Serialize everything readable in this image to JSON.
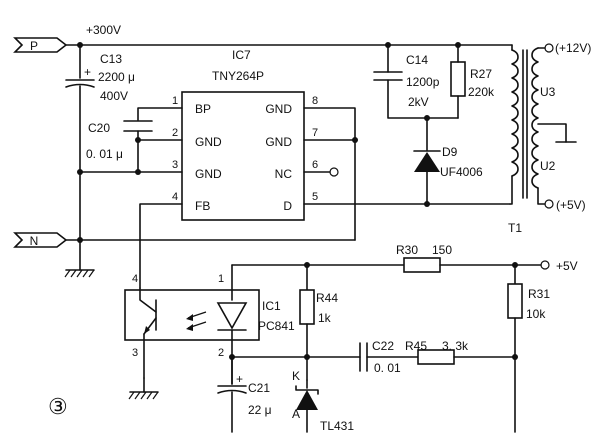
{
  "figure_number": "③",
  "terminals": {
    "p": "P",
    "n": "N"
  },
  "supply": {
    "hv": "+300V",
    "out12": "(+12V)",
    "out5_trafo": "(+5V)",
    "out5": "+5V"
  },
  "ic7": {
    "ref": "IC7",
    "part": "TNY264P",
    "pins_left": [
      {
        "num": "1",
        "name": "BP"
      },
      {
        "num": "2",
        "name": "GND"
      },
      {
        "num": "3",
        "name": "GND"
      },
      {
        "num": "4",
        "name": "FB"
      }
    ],
    "pins_right": [
      {
        "num": "8",
        "name": "GND"
      },
      {
        "num": "7",
        "name": "GND"
      },
      {
        "num": "6",
        "name": "NC"
      },
      {
        "num": "5",
        "name": "D"
      }
    ]
  },
  "components": {
    "c13": {
      "ref": "C13",
      "value": "2200 μ",
      "voltage": "400V"
    },
    "c20": {
      "ref": "C20",
      "value": "0. 01 μ"
    },
    "c14": {
      "ref": "C14",
      "value": "1200p",
      "voltage": "2kV"
    },
    "r27": {
      "ref": "R27",
      "value": "220k"
    },
    "d9": {
      "ref": "D9",
      "part": "UF4006"
    },
    "u3": {
      "ref": "U3"
    },
    "u2": {
      "ref": "U2"
    },
    "t1": {
      "ref": "T1"
    },
    "r30": {
      "ref": "R30",
      "value": "150"
    },
    "r31": {
      "ref": "R31",
      "value": "10k"
    },
    "r44": {
      "ref": "R44",
      "value": "1k"
    },
    "c22": {
      "ref": "C22",
      "value": "0. 01"
    },
    "r45": {
      "ref": "R45",
      "value": "3. 3k"
    },
    "c21": {
      "ref": "C21",
      "value": "22 μ"
    },
    "ic1": {
      "ref": "IC1",
      "part": "PC841",
      "pins": [
        "1",
        "2",
        "3",
        "4"
      ]
    },
    "tl431": {
      "part": "TL431",
      "k": "K",
      "a": "A"
    }
  },
  "polarity": "+"
}
